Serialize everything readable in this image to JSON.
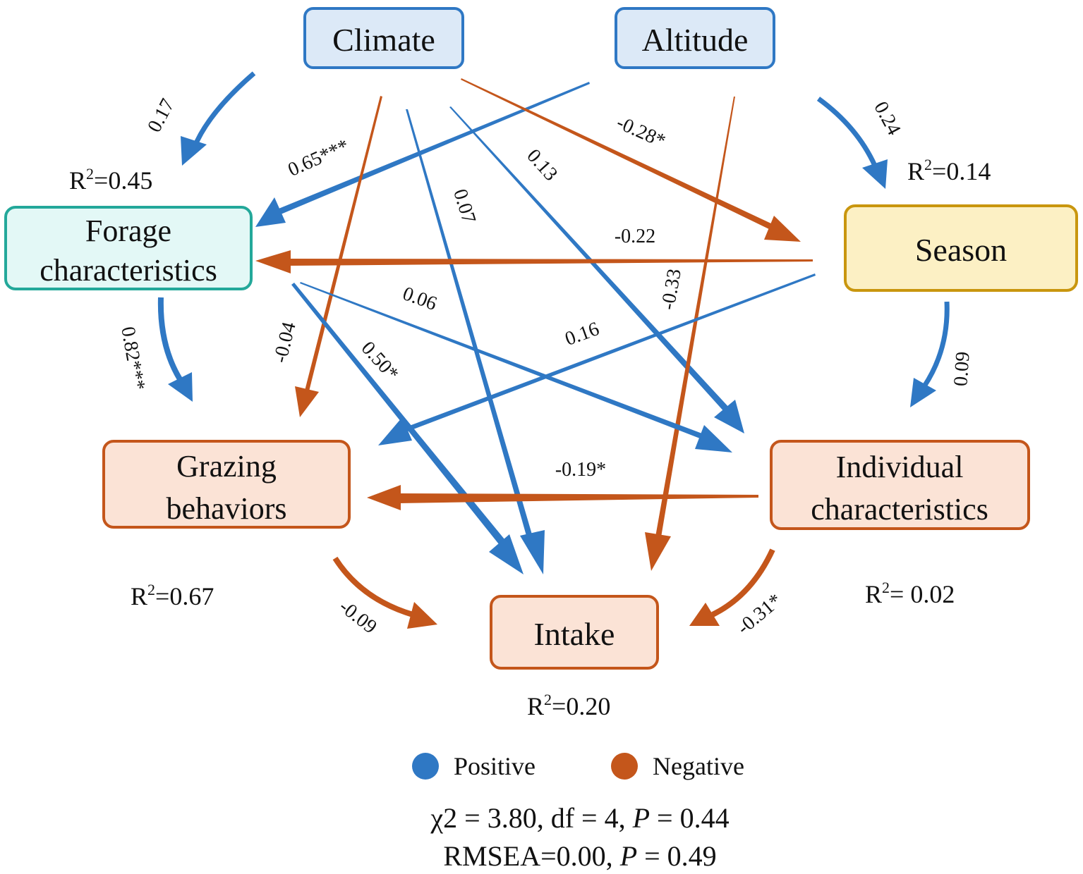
{
  "colors": {
    "positive": "#2f78c4",
    "negative": "#c4561b",
    "climate_fill": "#dce9f7",
    "climate_stroke": "#2f78c4",
    "forage_fill": "#e3f8f6",
    "forage_stroke": "#23a89a",
    "season_fill": "#fcf0c4",
    "season_stroke": "#c9960e",
    "orange_fill": "#fbe3d6",
    "orange_stroke": "#c4561b"
  },
  "nodes": {
    "climate": "Climate",
    "altitude": "Altitude",
    "forage_l1": "Forage",
    "forage_l2": "characteristics",
    "season": "Season",
    "grazing_l1": "Grazing",
    "grazing_l2": "behaviors",
    "individual_l1": "Individual",
    "individual_l2": "characteristics",
    "intake": "Intake"
  },
  "r2": {
    "forage": "=0.45",
    "season": "=0.14",
    "grazing": "=0.67",
    "individual": "= 0.02",
    "intake": "=0.20"
  },
  "paths": [
    {
      "from": "Climate",
      "to": "Forage characteristics",
      "coef": "0.17",
      "sign": "positive"
    },
    {
      "from": "Altitude",
      "to": "Forage characteristics",
      "coef": "0.65***",
      "sign": "positive"
    },
    {
      "from": "Climate",
      "to": "Grazing behaviors",
      "coef": "-0.04",
      "sign": "negative"
    },
    {
      "from": "Climate",
      "to": "Intake",
      "coef": "0.07",
      "sign": "positive"
    },
    {
      "from": "Climate",
      "to": "Individual characteristics",
      "coef": "0.13",
      "sign": "positive"
    },
    {
      "from": "Climate",
      "to": "Season",
      "coef": "-0.28*",
      "sign": "negative"
    },
    {
      "from": "Altitude",
      "to": "Intake",
      "coef": "-0.33",
      "sign": "negative"
    },
    {
      "from": "Altitude",
      "to": "Season",
      "coef": "0.24",
      "sign": "positive"
    },
    {
      "from": "Season",
      "to": "Forage characteristics",
      "coef": "-0.22",
      "sign": "negative"
    },
    {
      "from": "Season",
      "to": "Grazing behaviors",
      "coef": "0.16",
      "sign": "positive"
    },
    {
      "from": "Season",
      "to": "Individual characteristics",
      "coef": "0.09",
      "sign": "positive"
    },
    {
      "from": "Forage characteristics",
      "to": "Grazing behaviors",
      "coef": "0.82***",
      "sign": "positive"
    },
    {
      "from": "Forage characteristics",
      "to": "Individual characteristics",
      "coef": "0.06",
      "sign": "positive"
    },
    {
      "from": "Forage characteristics",
      "to": "Intake",
      "coef": "0.50*",
      "sign": "positive"
    },
    {
      "from": "Individual characteristics",
      "to": "Grazing behaviors",
      "coef": "-0.19*",
      "sign": "negative"
    },
    {
      "from": "Grazing behaviors",
      "to": "Intake",
      "coef": "-0.09",
      "sign": "negative"
    },
    {
      "from": "Individual characteristics",
      "to": "Intake",
      "coef": "-0.31*",
      "sign": "negative"
    }
  ],
  "legend": {
    "positive": "Positive",
    "negative": "Negative"
  },
  "fit": {
    "line1_a": "χ2 = 3.80, df = 4, ",
    "line1_p": "P",
    "line1_b": " = 0.44",
    "line2_a": "RMSEA=0.00, ",
    "line2_p": "P",
    "line2_b": " = 0.49"
  }
}
